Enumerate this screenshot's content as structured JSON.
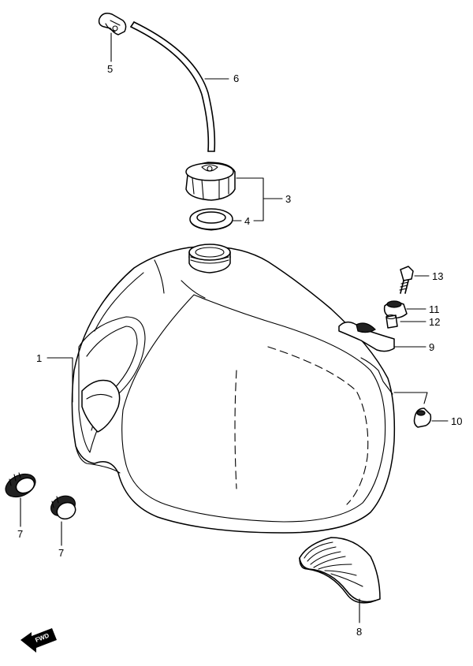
{
  "callouts": {
    "c1": "1",
    "c3": "3",
    "c4": "4",
    "c5": "5",
    "c6": "6",
    "c7a": "7",
    "c7b": "7",
    "c8": "8",
    "c9": "9",
    "c10": "10",
    "c11": "11",
    "c12": "12",
    "c13": "13"
  },
  "fwd_label": "FWD"
}
